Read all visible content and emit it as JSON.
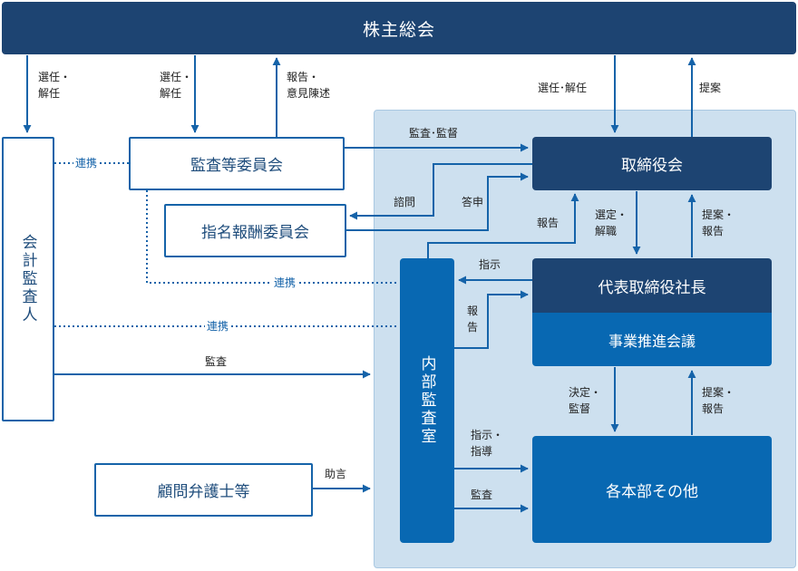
{
  "boxes": {
    "shareholders": "株主総会",
    "auditor": "会計監査人",
    "audit_committee": "監査等委員会",
    "nomination_committee": "指名報酬委員会",
    "board": "取締役会",
    "president": "代表取締役社長",
    "business_meeting": "事業推進会議",
    "internal_audit": "内部監査室",
    "departments": "各本部その他",
    "legal_advisors": "顧問弁護士等"
  },
  "labels": {
    "elect_dismiss_auditor_1": "選任・",
    "elect_dismiss_auditor_2": "解任",
    "elect_dismiss_committee_1": "選任・",
    "elect_dismiss_committee_2": "解任",
    "report_opinion_1": "報告・",
    "report_opinion_2": "意見陳述",
    "elect_dismiss_board": "選任･解任",
    "proposal_board": "提案",
    "coop_auditor_committee": "連携",
    "audit_supervise": "監査･監督",
    "inquiry": "諮問",
    "reply": "答申",
    "report_internal_board": "報告",
    "select_dismiss_1": "選定・",
    "select_dismiss_2": "解職",
    "propose_report_1": "提案・",
    "propose_report_2": "報告",
    "instruct": "指示",
    "coop_committee_internal": "連携",
    "report_internal_president_1": "報",
    "report_internal_president_2": "告",
    "coop_auditor_internal": "連携",
    "audit_by_auditor": "監査",
    "decide_supervise_1": "決定・",
    "decide_supervise_2": "監督",
    "propose_report_dept_1": "提案・",
    "propose_report_dept_2": "報告",
    "instruct_guide_1": "指示・",
    "instruct_guide_2": "指導",
    "audit_internal": "監査",
    "advice": "助言"
  },
  "colors": {
    "dark_navy": "#1d4472",
    "medium_blue": "#0868b2",
    "outline_blue": "#1563a9",
    "region_bg": "#cde0ef"
  }
}
